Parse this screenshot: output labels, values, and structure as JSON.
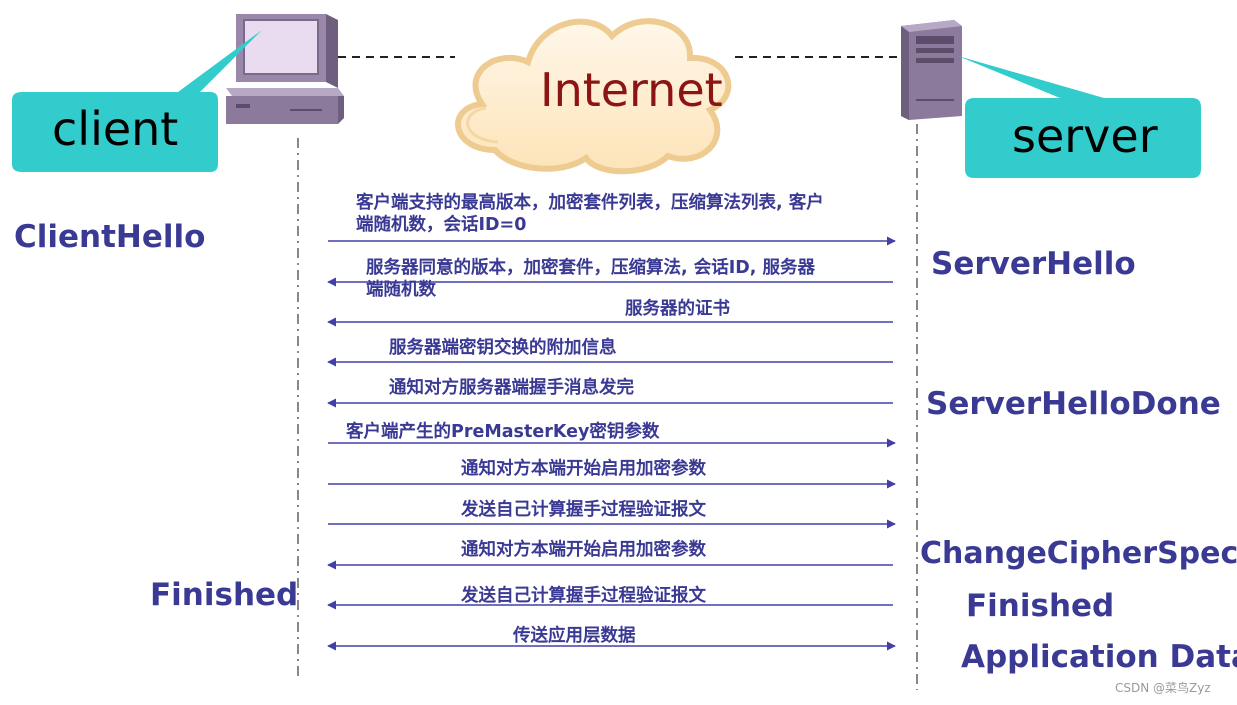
{
  "nodes": {
    "client": "client",
    "server": "server",
    "network": "Internet"
  },
  "left_labels": {
    "client_hello": "ClientHello",
    "finished": "Finished"
  },
  "right_labels": {
    "server_hello": "ServerHello",
    "server_hello_done": "ServerHelloDone",
    "change_cipher_spec": "ChangeCipherSpec",
    "finished": "Finished",
    "application_data": "Application Data"
  },
  "messages": [
    {
      "text": "客户端支持的最高版本，加密套件列表，压缩算法列表, 客户\n端随机数，会话ID=0",
      "direction": "to-server"
    },
    {
      "text": "服务器同意的版本，加密套件，压缩算法, 会话ID, 服务器\n端随机数",
      "direction": "to-client"
    },
    {
      "text": "服务器的证书",
      "direction": "to-client"
    },
    {
      "text": "服务器端密钥交换的附加信息",
      "direction": "to-client"
    },
    {
      "text": "通知对方服务器端握手消息发完",
      "direction": "to-client"
    },
    {
      "text": "客户端产生的PreMasterKey密钥参数",
      "direction": "to-server"
    },
    {
      "text": "通知对方本端开始启用加密参数",
      "direction": "to-server"
    },
    {
      "text": "发送自己计算握手过程验证报文",
      "direction": "to-server"
    },
    {
      "text": "通知对方本端开始启用加密参数",
      "direction": "to-client"
    },
    {
      "text": "发送自己计算握手过程验证报文",
      "direction": "to-client"
    },
    {
      "text": "传送应用层数据",
      "direction": "both"
    }
  ],
  "watermark": "CSDN @菜鸟Zyz",
  "colors": {
    "label": "#3a3a94",
    "arrow": "#4040a8",
    "bubble": "#33cccc",
    "cloud_fill": "#ffffff",
    "cloud_outline": "#f0c890",
    "internet_text": "#8b1414",
    "computer": "#8c7a9c",
    "lifeline": "#888888"
  }
}
